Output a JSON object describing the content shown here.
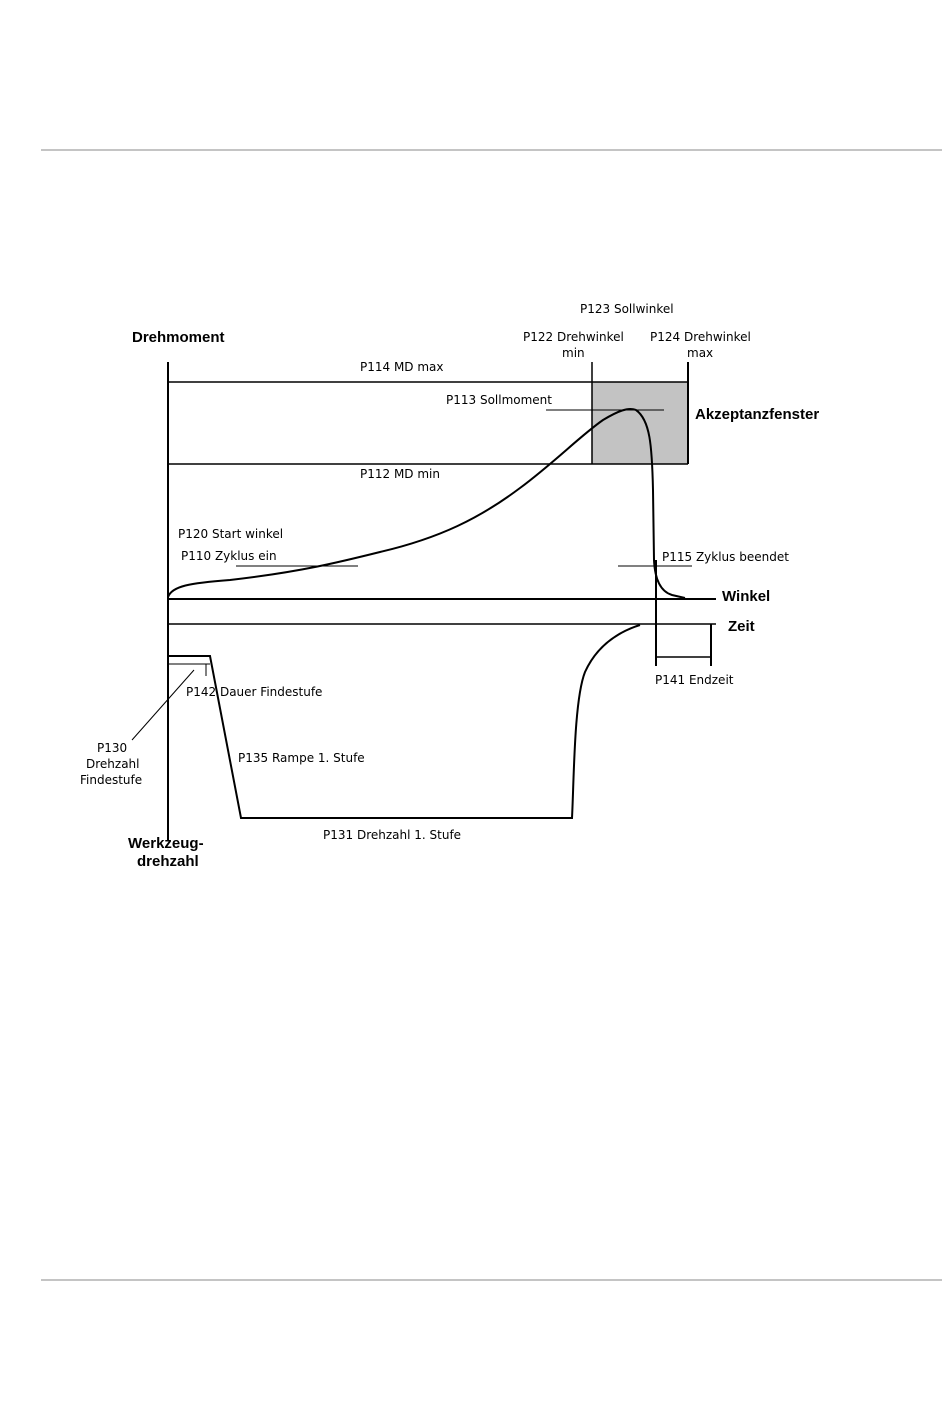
{
  "labels": {
    "sollwinkel": "P123 Sollwinkel",
    "drehwinkel_min_1": "P122 Drehwinkel",
    "drehwinkel_min_2": "min",
    "drehwinkel_max_1": "P124 Drehwinkel",
    "drehwinkel_max_2": "max",
    "drehmoment": "Drehmoment",
    "md_max": "P114 MD max",
    "sollmoment": "P113 Sollmoment",
    "akzeptanzfenster": "Akzeptanzfenster",
    "md_min": "P112 MD min",
    "start_winkel": "P120 Start winkel",
    "zyklus_ein": "P110 Zyklus ein",
    "zyklus_beendet": "P115 Zyklus beendet",
    "winkel": "Winkel",
    "zeit": "Zeit",
    "endzeit": "P141 Endzeit",
    "dauer_findestufe": "P142 Dauer Findestufe",
    "drehzahl_findestufe_1": "P130",
    "drehzahl_findestufe_2": "Drehzahl",
    "drehzahl_findestufe_3": "Findestufe",
    "rampe": "P135 Rampe 1. Stufe",
    "drehzahl_stufe": "P131 Drehzahl 1. Stufe",
    "werkzeug_1": "Werkzeug-",
    "werkzeug_2": "drehzahl"
  },
  "colors": {
    "line": "#000000",
    "rule": "#888888",
    "acceptance_window": "#c3c3c3"
  }
}
